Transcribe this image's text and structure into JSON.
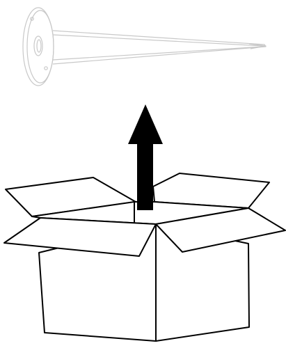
{
  "illustration": {
    "items": [
      {
        "name": "ground-spike",
        "description_icon": "ground-spike-icon"
      },
      {
        "name": "lift-arrow",
        "description_icon": "arrow-up-icon"
      },
      {
        "name": "open-box",
        "description_icon": "open-box-icon"
      }
    ],
    "colors": {
      "background": "#ffffff",
      "spike_stroke": "#c8c8c8",
      "box_stroke": "#000000",
      "arrow_fill": "#000000"
    }
  }
}
